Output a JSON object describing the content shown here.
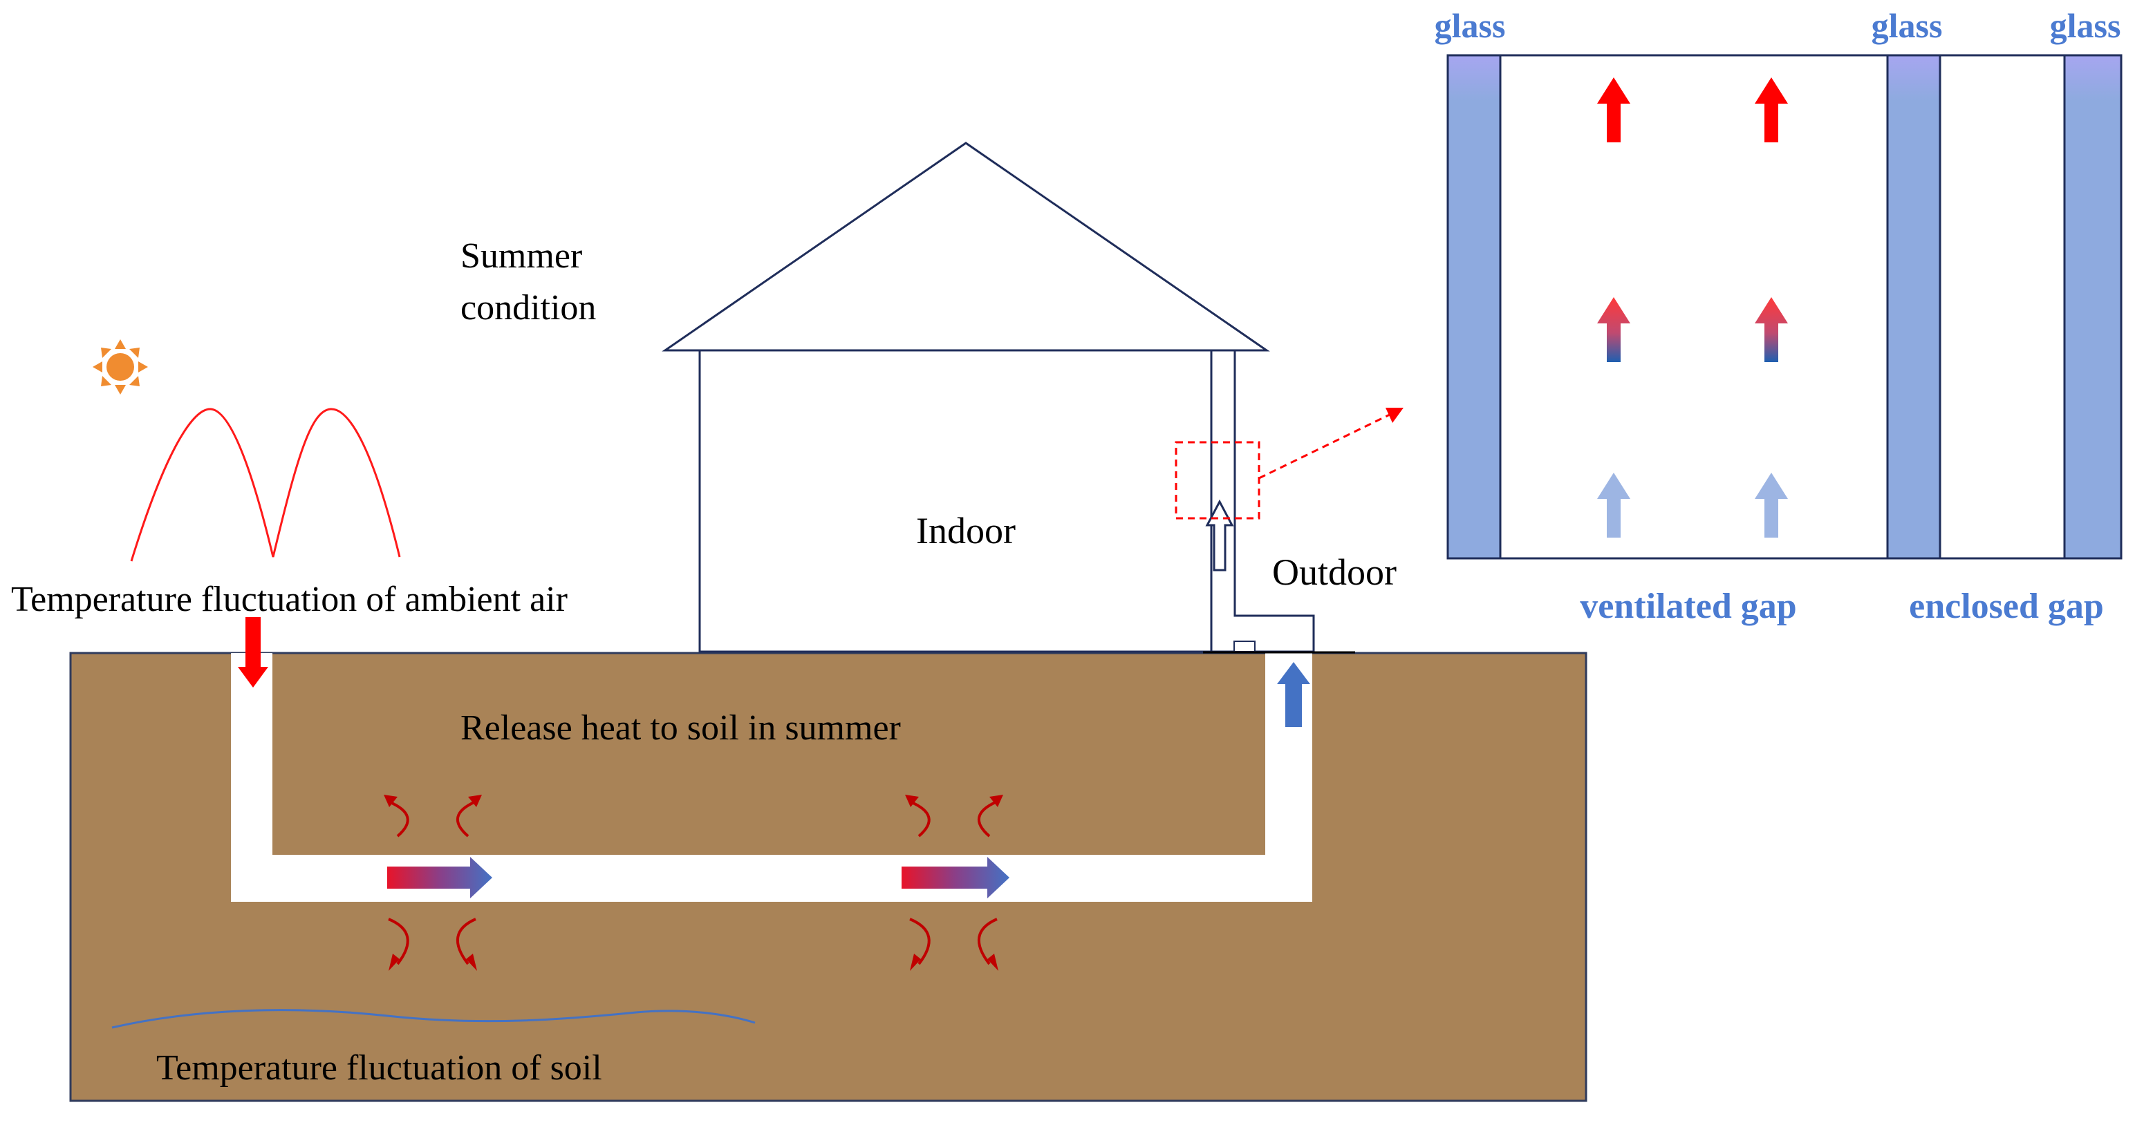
{
  "labels": {
    "summer_line1": "Summer",
    "summer_line2": "condition",
    "ambient": "Temperature fluctuation of ambient air",
    "indoor": "Indoor",
    "outdoor": "Outdoor",
    "release_heat": "Release heat to soil in summer",
    "soil_fluctuation": "Temperature fluctuation of soil"
  },
  "detail": {
    "glass_label": "glass",
    "ventilated_gap": "ventilated gap",
    "enclosed_gap": "enclosed gap"
  },
  "colors": {
    "soil": "#a98357",
    "soil_border": "#2f3b5c",
    "outline": "#1f2d5a",
    "glass": "#8eaadf",
    "glass_top": "#a4a8ee",
    "accent_blue_text": "#4b7bd1",
    "hot_red": "#ff0000",
    "cool_blue": "#4472c4",
    "light_blue": "#9db5e3",
    "dark_red": "#c00000",
    "sun": "#f08c30",
    "callout": "#ff0000"
  }
}
